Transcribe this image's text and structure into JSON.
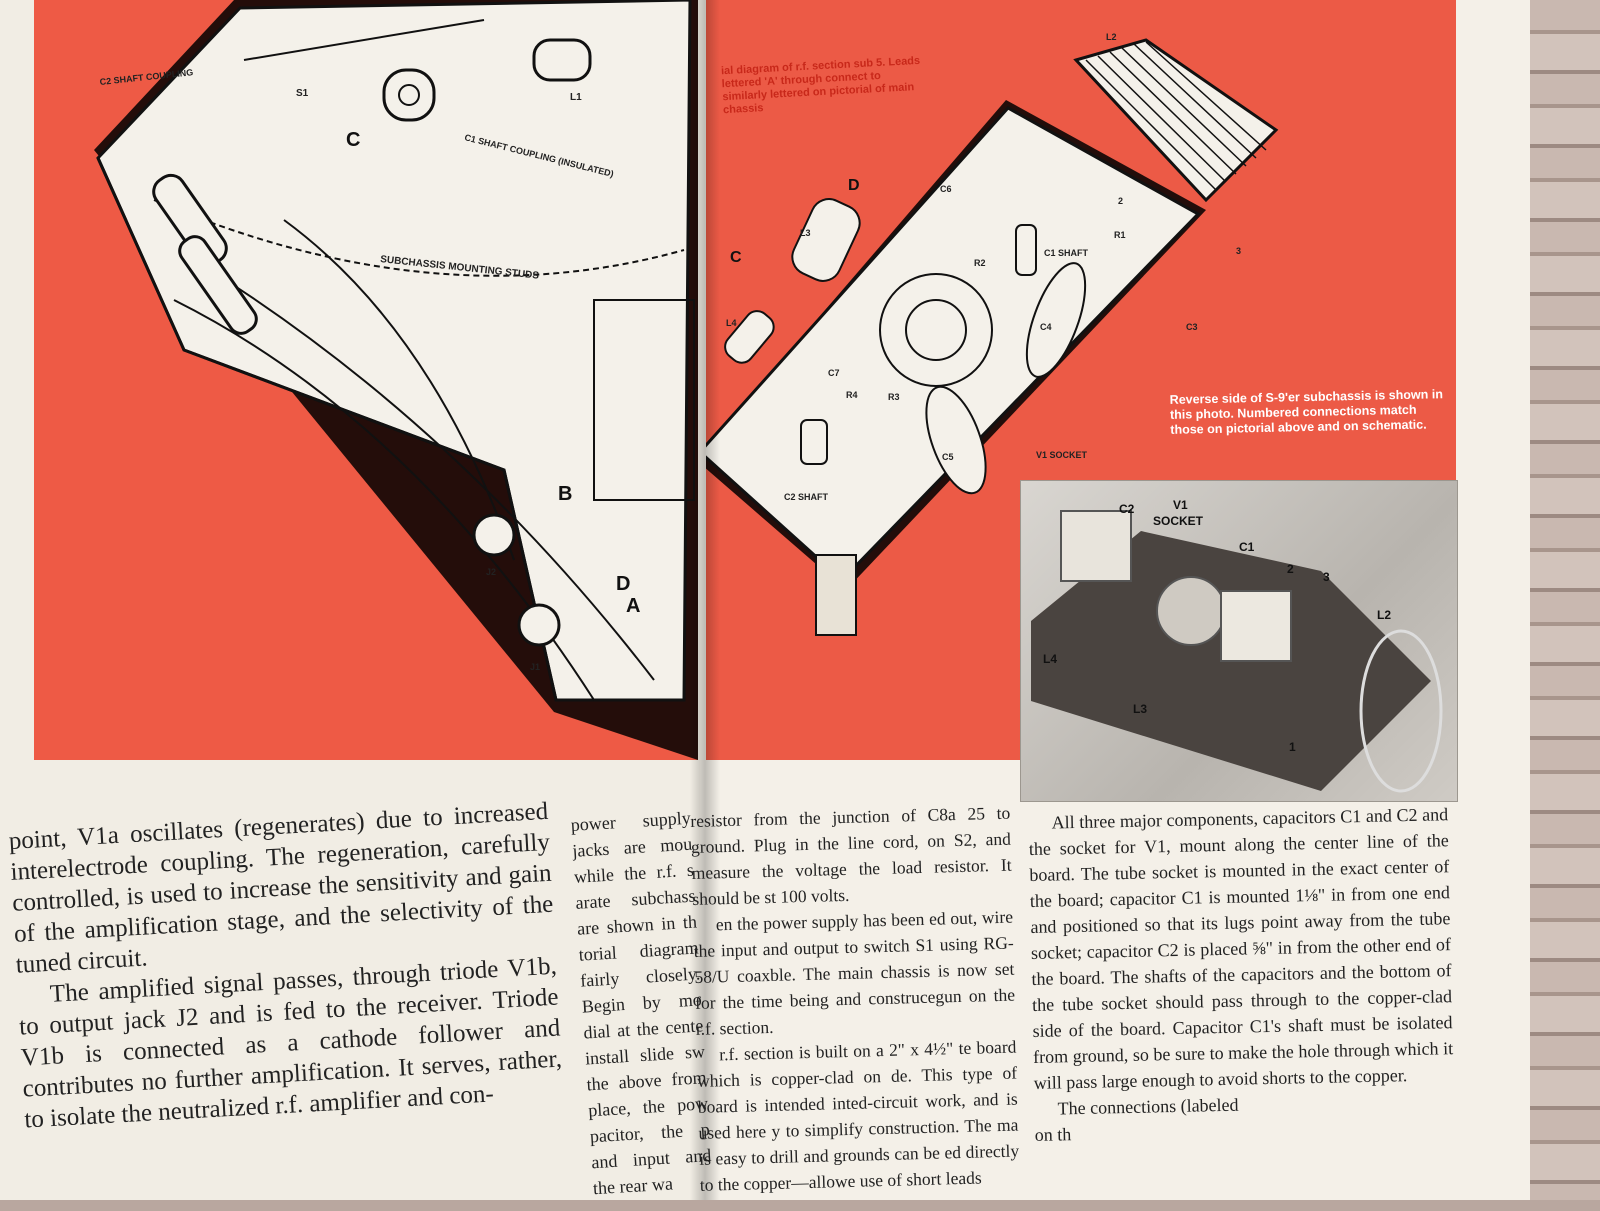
{
  "page": {
    "background_color": "#b9a79f",
    "accent_red": "#ee5a45"
  },
  "figure_left": {
    "labels": {
      "c2_shaft_coupling": "C2 SHAFT COUPLING",
      "s1": "S1",
      "c": "C",
      "c1_shaft_coupling": "C1 SHAFT COUPLING (INSULATED)",
      "l1": "L1",
      "subchassis_studs": "SUBCHASSIS MOUNTING STUDS",
      "b": "B",
      "d": "D",
      "a": "A",
      "j1": "J1",
      "j2": "J2"
    }
  },
  "figure_right": {
    "caption_top": "ial diagram of r.f. section sub 5. Leads lettered 'A' through connect to similarly lettered on pictorial of main chassis",
    "labels": {
      "d": "D",
      "c": "C",
      "l2": "L2",
      "l3": "L3",
      "l4": "L4",
      "c6": "C6",
      "r1": "R1",
      "r2": "R2",
      "r3": "R3",
      "r4": "R4",
      "c1_shaft": "C1 SHAFT",
      "c2_shaft": "C2 SHAFT",
      "c3": "C3",
      "c4": "C4",
      "c5": "C5",
      "c7": "C7",
      "n2": "2",
      "n3": "3",
      "v1_socket": "V1 SOCKET"
    },
    "caption": "Reverse side of S-9'er subchassis is shown in this photo. Numbered connections match those on pictorial above and on schematic."
  },
  "photo": {
    "labels": {
      "c2": "C2",
      "v1": "V1",
      "socket": "SOCKET",
      "c1": "C1",
      "n2": "2",
      "n3": "3",
      "l2": "L2",
      "l4": "L4",
      "l3": "L3",
      "n1": "1"
    }
  },
  "text": {
    "col1_p1": "point, V1a oscillates (regenerates) due to increased interelectrode coupling. The regeneration, carefully controlled, is used to increase the sensitivity and gain of the amplification stage, and the selectivity of the tuned circuit.",
    "col1_p2": "The amplified signal passes, through triode V1b, to output jack J2 and is fed to the receiver. Triode V1b is connected as a cathode follower and contributes no further amplification. It serves, rather, to isolate the neutralized r.f. amplifier and con-",
    "col2": "power supply jacks are mou while the r.f. s arate subchass are shown in th torial diagram fairly closely. Begin by mo dial at the cente install slide sw the above from place, the pow pacitor, the p and input and the rear wa",
    "col3_p1": "resistor from the junction of C8a 25 to ground. Plug in the line cord, on S2, and measure the voltage the load resistor. It should be st 100 volts.",
    "col3_p2": "en the power supply has been ed out, wire the input and output to switch S1 using RG-58/U coaxble. The main chassis is now set for the time being and construcegun on the r.f. section.",
    "col3_p3": "r.f. section is built on a 2\" x 4½\" te board which is copper-clad on de. This type of board is intended inted-circuit work, and is used here y to simplify construction. The ma is easy to drill and grounds can be ed directly to the copper—allowe use of short leads",
    "col4_p1": "All three major components, capacitors C1 and C2 and the socket for V1, mount along the center line of the board. The tube socket is mounted in the exact center of the board; capacitor C1 is mounted 1⅛\" in from one end and positioned so that its lugs point away from the tube socket; capacitor C2 is placed ⅝\" in from the other end of the board. The shafts of the capacitors and the bottom of the tube socket should pass through to the copper-clad side of the board. Capacitor C1's shaft must be isolated from ground, so be sure to make the hole through which it will pass large enough to avoid shorts to the copper.",
    "col4_p2": "The connections (labeled",
    "col4_p3": "on th"
  }
}
